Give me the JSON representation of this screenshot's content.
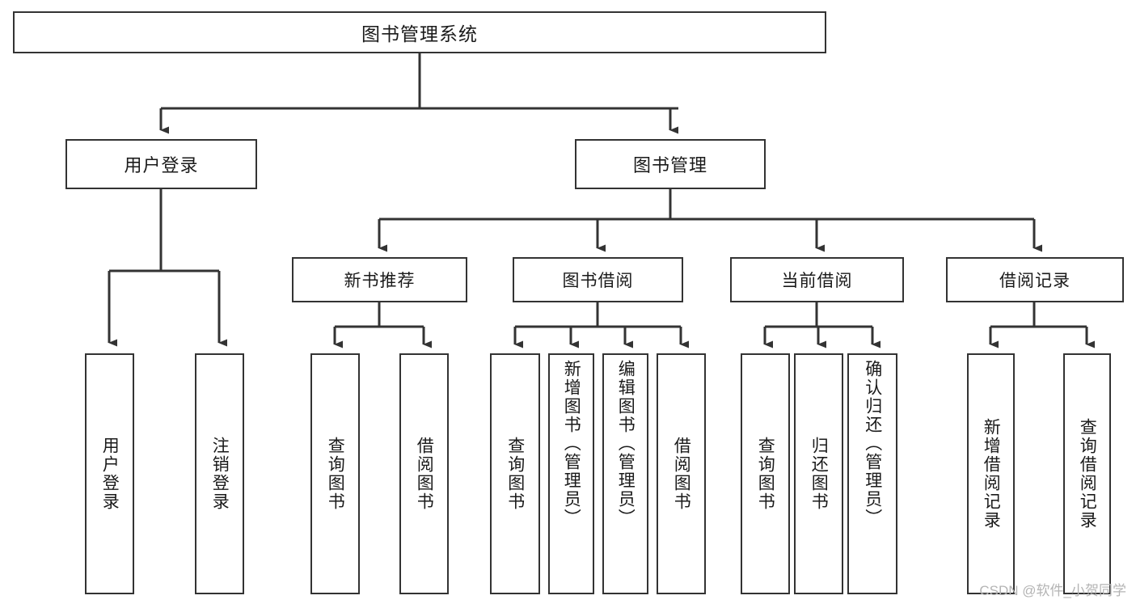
{
  "diagram": {
    "title_node": {
      "label": "图书管理系统"
    },
    "tier1": [
      {
        "id": "user-login",
        "label": "用户登录"
      },
      {
        "id": "book-management",
        "label": "图书管理"
      }
    ],
    "tier2": [
      {
        "id": "new-book-recommend",
        "label": "新书推荐"
      },
      {
        "id": "book-borrow",
        "label": "图书借阅"
      },
      {
        "id": "current-borrow",
        "label": "当前借阅"
      },
      {
        "id": "borrow-record",
        "label": "借阅记录"
      }
    ],
    "leaves": {
      "user_login": [
        {
          "id": "leaf-user-login",
          "label": "用户登录"
        },
        {
          "id": "leaf-logout-login",
          "label": "注销登录"
        }
      ],
      "new_book_recommend": [
        {
          "id": "leaf-query-book-1",
          "label": "查询图书"
        },
        {
          "id": "leaf-borrow-book-1",
          "label": "借阅图书"
        }
      ],
      "book_borrow": [
        {
          "id": "leaf-query-book-2",
          "label": "查询图书"
        },
        {
          "id": "leaf-add-book",
          "label": "新增图书（管理员）"
        },
        {
          "id": "leaf-edit-book",
          "label": "编辑图书（管理员）"
        },
        {
          "id": "leaf-borrow-book-2",
          "label": "借阅图书"
        }
      ],
      "current_borrow": [
        {
          "id": "leaf-query-book-3",
          "label": "查询图书"
        },
        {
          "id": "leaf-return-book",
          "label": "归还图书"
        },
        {
          "id": "leaf-confirm-return",
          "label": "确认归还（管理员）"
        }
      ],
      "borrow_record": [
        {
          "id": "leaf-add-record",
          "label": "新增借阅记录"
        },
        {
          "id": "leaf-query-record",
          "label": "查询借阅记录"
        }
      ]
    }
  },
  "watermark": {
    "text": "CSDN @软件_小贺同学"
  },
  "colors": {
    "stroke": "#333333",
    "text": "#1a1a1a",
    "background": "#ffffff",
    "watermark": "#b4b4b4"
  }
}
